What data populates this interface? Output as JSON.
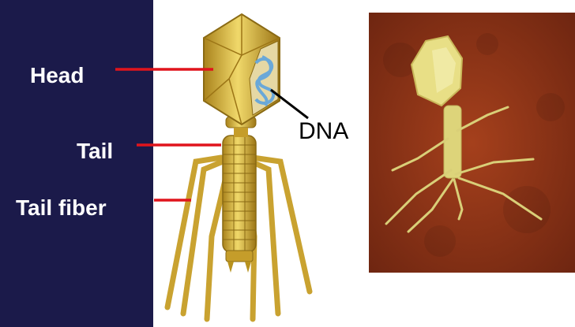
{
  "labels": {
    "head": "Head",
    "tail": "Tail",
    "tail_fiber": "Tail fiber",
    "dna": "DNA"
  },
  "colors": {
    "background": "#1b1a4a",
    "panel": "#ffffff",
    "pointer_red": "#e0141c",
    "phage_gold": "#d9b53a",
    "dna_blue": "#6aa8d8",
    "micrograph_bg": "#8a2e14"
  }
}
